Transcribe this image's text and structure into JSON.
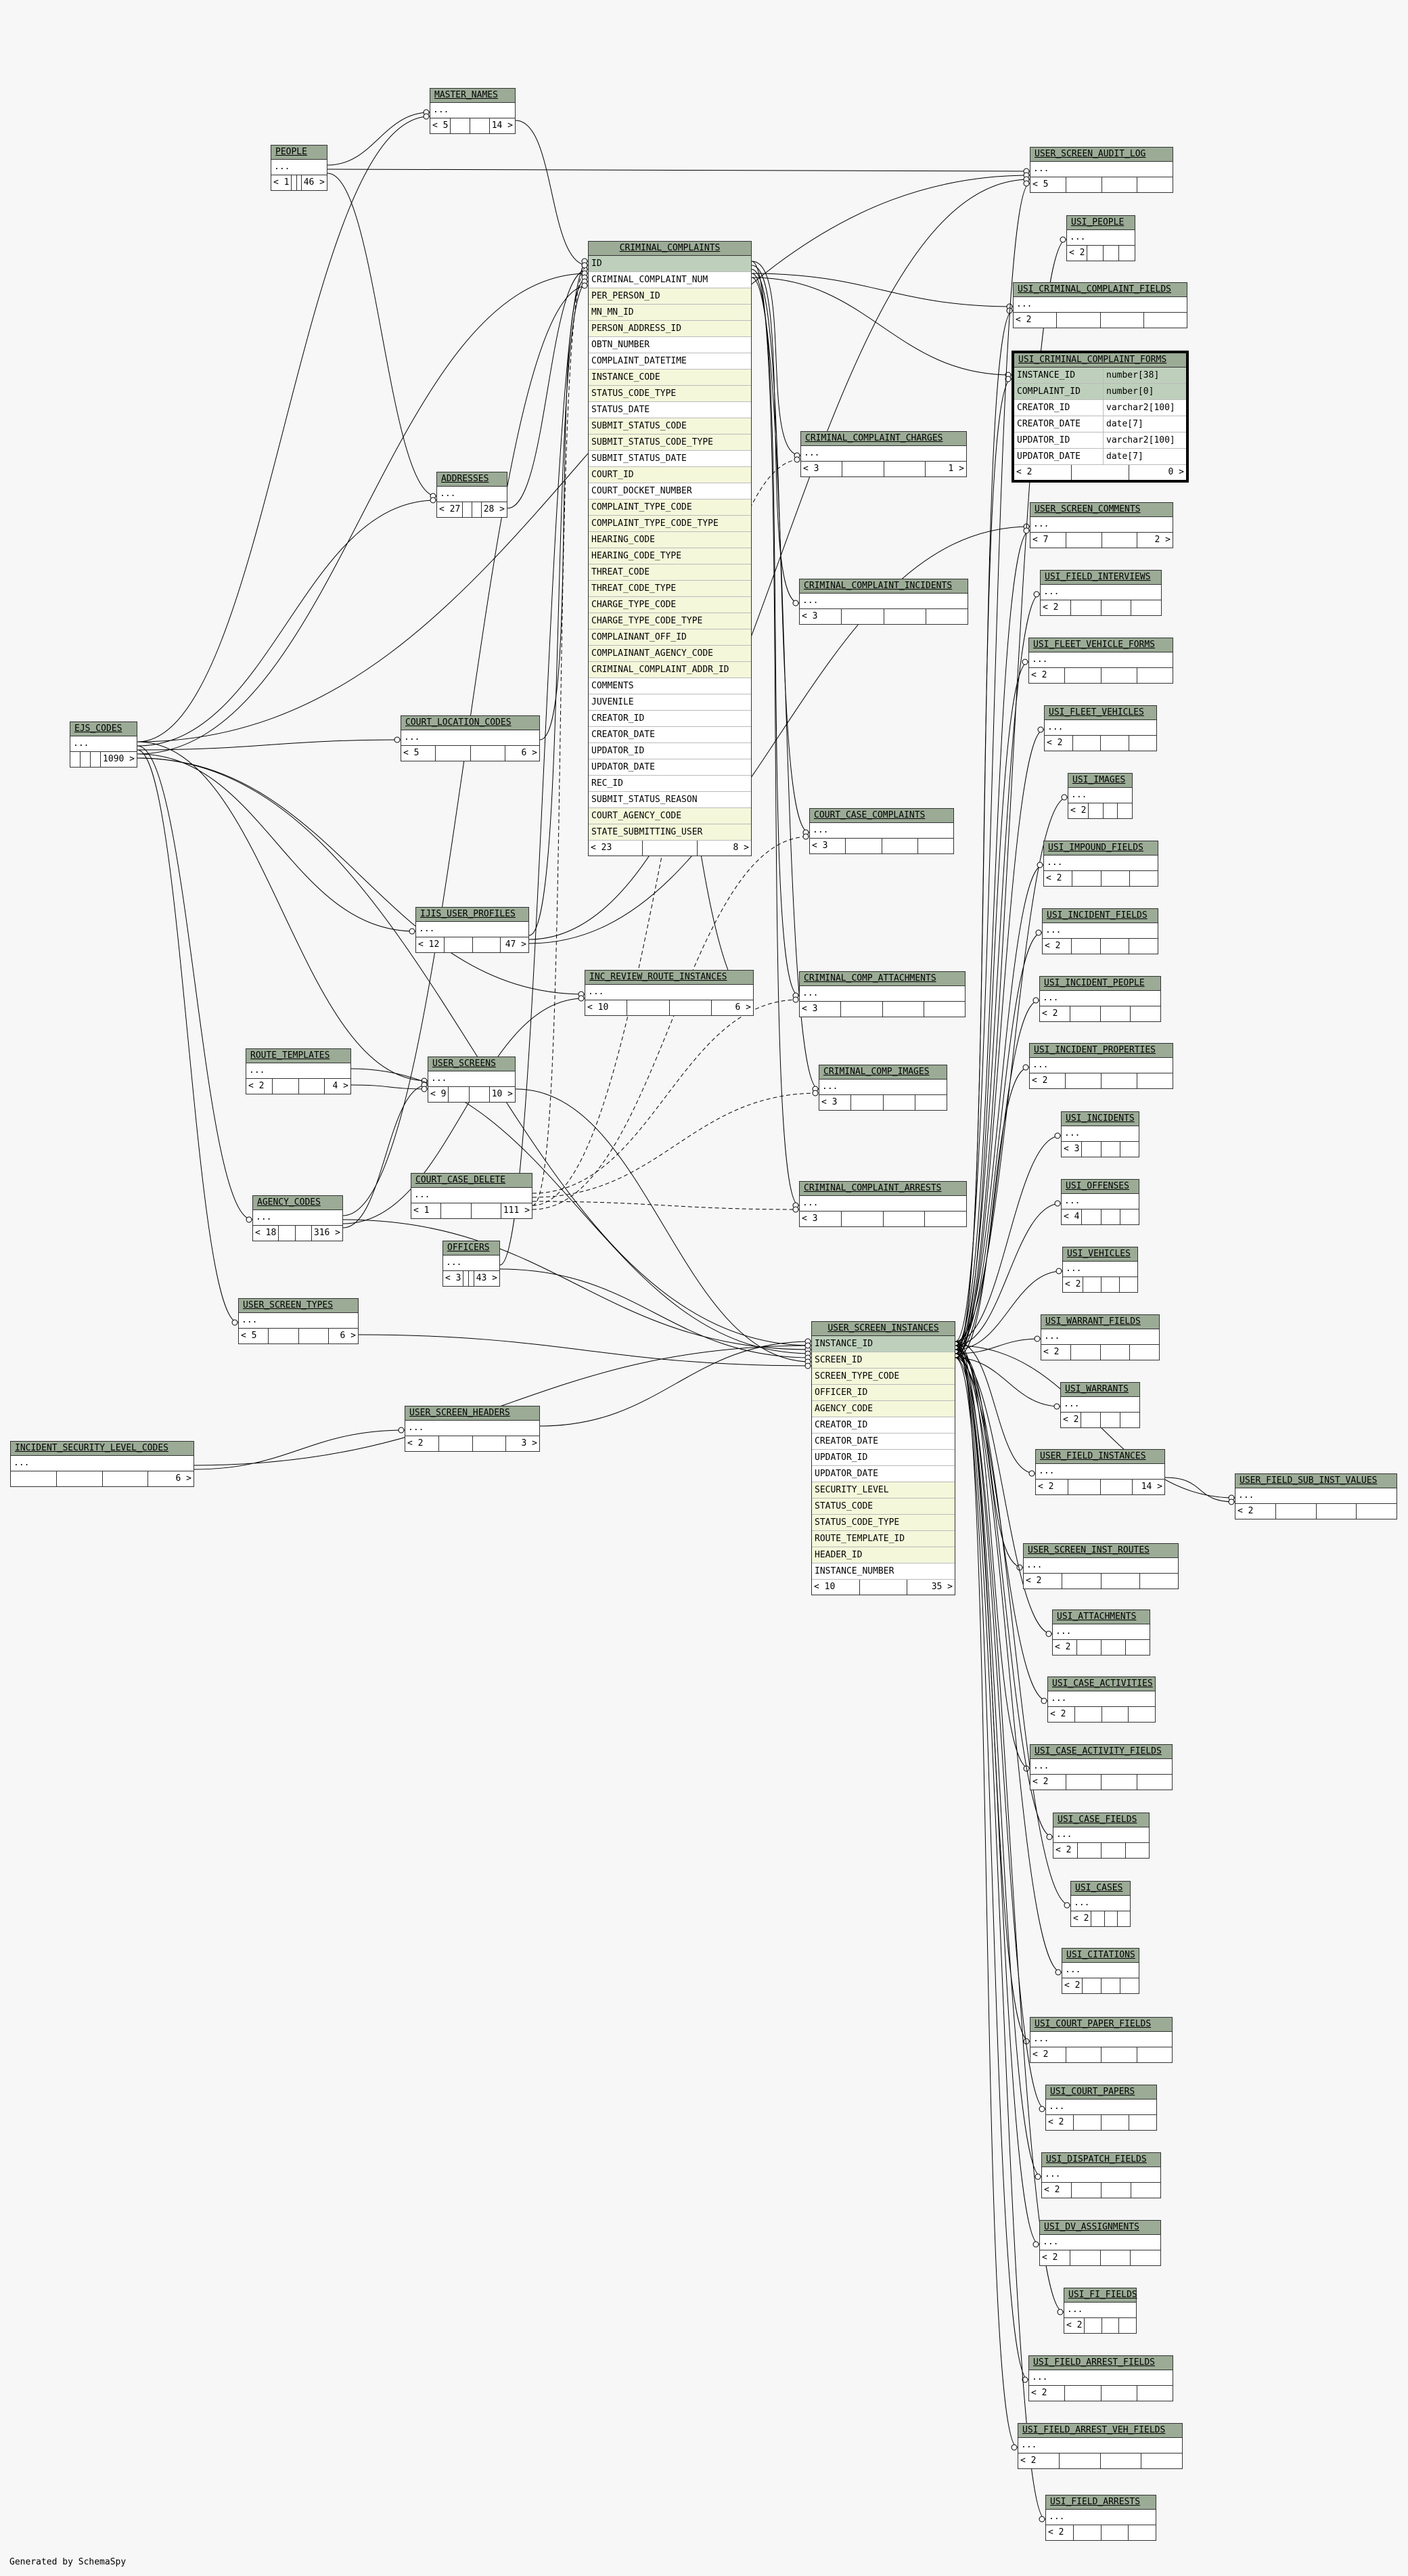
{
  "credit": "Generated by SchemaSpy",
  "compact": "...",
  "selected_table": {
    "name": "USI_CRIMINAL_COMPLAINT_FORMS",
    "columns": [
      {
        "name": "INSTANCE_ID",
        "type": "number[38]",
        "key": "pk"
      },
      {
        "name": "COMPLAINT_ID",
        "type": "number[0]",
        "key": "pk"
      },
      {
        "name": "CREATOR_ID",
        "type": "varchar2[100]",
        "key": ""
      },
      {
        "name": "CREATOR_DATE",
        "type": "date[7]",
        "key": ""
      },
      {
        "name": "UPDATOR_ID",
        "type": "varchar2[100]",
        "key": ""
      },
      {
        "name": "UPDATOR_DATE",
        "type": "date[7]",
        "key": ""
      }
    ],
    "parents": "< 2",
    "children": "0 >"
  },
  "criminal_complaints": {
    "name": "CRIMINAL_COMPLAINTS",
    "columns": [
      {
        "name": "ID",
        "key": "pk"
      },
      {
        "name": "CRIMINAL_COMPLAINT_NUM",
        "key": ""
      },
      {
        "name": "PER_PERSON_ID",
        "key": "fk"
      },
      {
        "name": "MN_MN_ID",
        "key": "fk"
      },
      {
        "name": "PERSON_ADDRESS_ID",
        "key": "fk"
      },
      {
        "name": "OBTN_NUMBER",
        "key": ""
      },
      {
        "name": "COMPLAINT_DATETIME",
        "key": ""
      },
      {
        "name": "INSTANCE_CODE",
        "key": "fk"
      },
      {
        "name": "STATUS_CODE_TYPE",
        "key": "fk"
      },
      {
        "name": "STATUS_DATE",
        "key": ""
      },
      {
        "name": "SUBMIT_STATUS_CODE",
        "key": "fk"
      },
      {
        "name": "SUBMIT_STATUS_CODE_TYPE",
        "key": "fk"
      },
      {
        "name": "SUBMIT_STATUS_DATE",
        "key": ""
      },
      {
        "name": "COURT_ID",
        "key": "fk"
      },
      {
        "name": "COURT_DOCKET_NUMBER",
        "key": ""
      },
      {
        "name": "COMPLAINT_TYPE_CODE",
        "key": "fk"
      },
      {
        "name": "COMPLAINT_TYPE_CODE_TYPE",
        "key": "fk"
      },
      {
        "name": "HEARING_CODE",
        "key": "fk"
      },
      {
        "name": "HEARING_CODE_TYPE",
        "key": "fk"
      },
      {
        "name": "THREAT_CODE",
        "key": "fk"
      },
      {
        "name": "THREAT_CODE_TYPE",
        "key": "fk"
      },
      {
        "name": "CHARGE_TYPE_CODE",
        "key": "fk"
      },
      {
        "name": "CHARGE_TYPE_CODE_TYPE",
        "key": "fk"
      },
      {
        "name": "COMPLAINANT_OFF_ID",
        "key": "fk"
      },
      {
        "name": "COMPLAINANT_AGENCY_CODE",
        "key": "fk"
      },
      {
        "name": "CRIMINAL_COMPLAINT_ADDR_ID",
        "key": "fk"
      },
      {
        "name": "COMMENTS",
        "key": ""
      },
      {
        "name": "JUVENILE",
        "key": ""
      },
      {
        "name": "CREATOR_ID",
        "key": ""
      },
      {
        "name": "CREATOR_DATE",
        "key": ""
      },
      {
        "name": "UPDATOR_ID",
        "key": ""
      },
      {
        "name": "UPDATOR_DATE",
        "key": ""
      },
      {
        "name": "REC_ID",
        "key": ""
      },
      {
        "name": "SUBMIT_STATUS_REASON",
        "key": ""
      },
      {
        "name": "COURT_AGENCY_CODE",
        "key": "fk"
      },
      {
        "name": "STATE_SUBMITTING_USER",
        "key": "fk"
      }
    ],
    "parents": "< 23",
    "children": "8 >"
  },
  "user_screen_instances": {
    "name": "USER_SCREEN_INSTANCES",
    "columns": [
      {
        "name": "INSTANCE_ID",
        "key": "pk"
      },
      {
        "name": "SCREEN_ID",
        "key": "fk"
      },
      {
        "name": "SCREEN_TYPE_CODE",
        "key": "fk"
      },
      {
        "name": "OFFICER_ID",
        "key": "fk"
      },
      {
        "name": "AGENCY_CODE",
        "key": "fk"
      },
      {
        "name": "CREATOR_ID",
        "key": ""
      },
      {
        "name": "CREATOR_DATE",
        "key": ""
      },
      {
        "name": "UPDATOR_ID",
        "key": ""
      },
      {
        "name": "UPDATOR_DATE",
        "key": ""
      },
      {
        "name": "SECURITY_LEVEL",
        "key": "fk"
      },
      {
        "name": "STATUS_CODE",
        "key": "fk"
      },
      {
        "name": "STATUS_CODE_TYPE",
        "key": "fk"
      },
      {
        "name": "ROUTE_TEMPLATE_ID",
        "key": "fk"
      },
      {
        "name": "HEADER_ID",
        "key": "fk"
      },
      {
        "name": "INSTANCE_NUMBER",
        "key": ""
      }
    ],
    "parents": "< 10",
    "children": "35 >"
  },
  "compact_tables": [
    {
      "id": "master_names",
      "name": "MASTER_NAMES",
      "parents": "< 5",
      "children": "14 >"
    },
    {
      "id": "people",
      "name": "PEOPLE",
      "parents": "< 1",
      "children": "46 >"
    },
    {
      "id": "user_screen_audit_log",
      "name": "USER_SCREEN_AUDIT_LOG",
      "parents": "< 5",
      "children": ""
    },
    {
      "id": "usi_people",
      "name": "USI_PEOPLE",
      "parents": "< 2",
      "children": ""
    },
    {
      "id": "usi_criminal_complaint_fields",
      "name": "USI_CRIMINAL_COMPLAINT_FIELDS",
      "parents": "< 2",
      "children": ""
    },
    {
      "id": "criminal_complaint_charges",
      "name": "CRIMINAL_COMPLAINT_CHARGES",
      "parents": "< 3",
      "children": "1 >"
    },
    {
      "id": "addresses",
      "name": "ADDRESSES",
      "parents": "< 27",
      "children": "28 >"
    },
    {
      "id": "user_screen_comments",
      "name": "USER_SCREEN_COMMENTS",
      "parents": "< 7",
      "children": "2 >"
    },
    {
      "id": "usi_field_interviews",
      "name": "USI_FIELD_INTERVIEWS",
      "parents": "< 2",
      "children": ""
    },
    {
      "id": "criminal_complaint_incidents",
      "name": "CRIMINAL_COMPLAINT_INCIDENTS",
      "parents": "< 3",
      "children": ""
    },
    {
      "id": "usi_fleet_vehicle_forms",
      "name": "USI_FLEET_VEHICLE_FORMS",
      "parents": "< 2",
      "children": ""
    },
    {
      "id": "usi_fleet_vehicles",
      "name": "USI_FLEET_VEHICLES",
      "parents": "< 2",
      "children": ""
    },
    {
      "id": "ejs_codes",
      "name": "EJS_CODES",
      "parents": "",
      "children": "1090 >"
    },
    {
      "id": "court_location_codes",
      "name": "COURT_LOCATION_CODES",
      "parents": "< 5",
      "children": "6 >"
    },
    {
      "id": "usi_images",
      "name": "USI_IMAGES",
      "parents": "< 2",
      "children": ""
    },
    {
      "id": "court_case_complaints",
      "name": "COURT_CASE_COMPLAINTS",
      "parents": "< 3",
      "children": ""
    },
    {
      "id": "usi_impound_fields",
      "name": "USI_IMPOUND_FIELDS",
      "parents": "< 2",
      "children": ""
    },
    {
      "id": "ijis_user_profiles",
      "name": "IJIS_USER_PROFILES",
      "parents": "< 12",
      "children": "47 >"
    },
    {
      "id": "usi_incident_fields",
      "name": "USI_INCIDENT_FIELDS",
      "parents": "< 2",
      "children": ""
    },
    {
      "id": "inc_review_route_instances",
      "name": "INC_REVIEW_ROUTE_INSTANCES",
      "parents": "< 10",
      "children": "6 >"
    },
    {
      "id": "criminal_comp_attachments",
      "name": "CRIMINAL_COMP_ATTACHMENTS",
      "parents": "< 3",
      "children": ""
    },
    {
      "id": "usi_incident_people",
      "name": "USI_INCIDENT_PEOPLE",
      "parents": "< 2",
      "children": ""
    },
    {
      "id": "route_templates",
      "name": "ROUTE_TEMPLATES",
      "parents": "< 2",
      "children": "4 >"
    },
    {
      "id": "user_screens",
      "name": "USER_SCREENS",
      "parents": "< 9",
      "children": "10 >"
    },
    {
      "id": "usi_incident_properties",
      "name": "USI_INCIDENT_PROPERTIES",
      "parents": "< 2",
      "children": ""
    },
    {
      "id": "criminal_comp_images",
      "name": "CRIMINAL_COMP_IMAGES",
      "parents": "< 3",
      "children": ""
    },
    {
      "id": "usi_incidents",
      "name": "USI_INCIDENTS",
      "parents": "< 3",
      "children": ""
    },
    {
      "id": "court_case_delete",
      "name": "COURT_CASE_DELETE",
      "parents": "< 1",
      "children": "111 >"
    },
    {
      "id": "agency_codes",
      "name": "AGENCY_CODES",
      "parents": "< 18",
      "children": "316 >"
    },
    {
      "id": "criminal_complaint_arrests",
      "name": "CRIMINAL_COMPLAINT_ARRESTS",
      "parents": "< 3",
      "children": ""
    },
    {
      "id": "usi_offenses",
      "name": "USI_OFFENSES",
      "parents": "< 4",
      "children": ""
    },
    {
      "id": "officers",
      "name": "OFFICERS",
      "parents": "< 3",
      "children": "43 >"
    },
    {
      "id": "usi_vehicles",
      "name": "USI_VEHICLES",
      "parents": "< 2",
      "children": ""
    },
    {
      "id": "user_screen_types",
      "name": "USER_SCREEN_TYPES",
      "parents": "< 5",
      "children": "6 >"
    },
    {
      "id": "usi_warrant_fields",
      "name": "USI_WARRANT_FIELDS",
      "parents": "< 2",
      "children": ""
    },
    {
      "id": "usi_warrants",
      "name": "USI_WARRANTS",
      "parents": "< 2",
      "children": ""
    },
    {
      "id": "user_screen_headers",
      "name": "USER_SCREEN_HEADERS",
      "parents": "< 2",
      "children": "3 >"
    },
    {
      "id": "incident_security_level_codes",
      "name": "INCIDENT_SECURITY_LEVEL_CODES",
      "parents": "",
      "children": "6 >"
    },
    {
      "id": "user_field_instances",
      "name": "USER_FIELD_INSTANCES",
      "parents": "< 2",
      "children": "14 >"
    },
    {
      "id": "user_field_sub_inst_values",
      "name": "USER_FIELD_SUB_INST_VALUES",
      "parents": "< 2",
      "children": ""
    },
    {
      "id": "user_screen_inst_routes",
      "name": "USER_SCREEN_INST_ROUTES",
      "parents": "< 2",
      "children": ""
    },
    {
      "id": "usi_attachments",
      "name": "USI_ATTACHMENTS",
      "parents": "< 2",
      "children": ""
    },
    {
      "id": "usi_case_activities",
      "name": "USI_CASE_ACTIVITIES",
      "parents": "< 2",
      "children": ""
    },
    {
      "id": "usi_case_activity_fields",
      "name": "USI_CASE_ACTIVITY_FIELDS",
      "parents": "< 2",
      "children": ""
    },
    {
      "id": "usi_case_fields",
      "name": "USI_CASE_FIELDS",
      "parents": "< 2",
      "children": ""
    },
    {
      "id": "usi_cases",
      "name": "USI_CASES",
      "parents": "< 2",
      "children": ""
    },
    {
      "id": "usi_citations",
      "name": "USI_CITATIONS",
      "parents": "< 2",
      "children": ""
    },
    {
      "id": "usi_court_paper_fields",
      "name": "USI_COURT_PAPER_FIELDS",
      "parents": "< 2",
      "children": ""
    },
    {
      "id": "usi_court_papers",
      "name": "USI_COURT_PAPERS",
      "parents": "< 2",
      "children": ""
    },
    {
      "id": "usi_dispatch_fields",
      "name": "USI_DISPATCH_FIELDS",
      "parents": "< 2",
      "children": ""
    },
    {
      "id": "usi_dv_assignments",
      "name": "USI_DV_ASSIGNMENTS",
      "parents": "< 2",
      "children": ""
    },
    {
      "id": "usi_fi_fields",
      "name": "USI_FI_FIELDS",
      "parents": "< 2",
      "children": ""
    },
    {
      "id": "usi_field_arrest_fields",
      "name": "USI_FIELD_ARREST_FIELDS",
      "parents": "< 2",
      "children": ""
    },
    {
      "id": "usi_field_arrest_veh_fields",
      "name": "USI_FIELD_ARREST_VEH_FIELDS",
      "parents": "< 2",
      "children": ""
    },
    {
      "id": "usi_field_arrests",
      "name": "USI_FIELD_ARRESTS",
      "parents": "< 2",
      "children": ""
    }
  ],
  "relationships": [
    {
      "from": "people",
      "to": "master_names"
    },
    {
      "from": "people",
      "to": "user_screen_audit_log"
    },
    {
      "from": "people",
      "to": "addresses"
    },
    {
      "from": "master_names",
      "to": "criminal_complaints"
    },
    {
      "from": "addresses",
      "to": "criminal_complaints"
    },
    {
      "from": "ejs_codes",
      "to": "master_names"
    },
    {
      "from": "ejs_codes",
      "to": "addresses"
    },
    {
      "from": "ejs_codes",
      "to": "court_location_codes"
    },
    {
      "from": "ejs_codes",
      "to": "ijis_user_profiles"
    },
    {
      "from": "ejs_codes",
      "to": "inc_review_route_instances"
    },
    {
      "from": "ejs_codes",
      "to": "user_screens"
    },
    {
      "from": "ejs_codes",
      "to": "agency_codes"
    },
    {
      "from": "ejs_codes",
      "to": "user_screen_types"
    },
    {
      "from": "ejs_codes",
      "to": "criminal_complaints"
    },
    {
      "from": "ejs_codes",
      "to": "user_screen_instances"
    },
    {
      "from": "ejs_codes",
      "to": "user_screen_audit_log"
    },
    {
      "from": "court_location_codes",
      "to": "criminal_complaints"
    },
    {
      "from": "ijis_user_profiles",
      "to": "criminal_complaints"
    },
    {
      "from": "ijis_user_profiles",
      "to": "user_screen_audit_log"
    },
    {
      "from": "ijis_user_profiles",
      "to": "user_screen_comments"
    },
    {
      "from": "agency_codes",
      "to": "criminal_complaints"
    },
    {
      "from": "agency_codes",
      "to": "user_screen_instances"
    },
    {
      "from": "agency_codes",
      "to": "inc_review_route_instances"
    },
    {
      "from": "agency_codes",
      "to": "user_screens"
    },
    {
      "from": "route_templates",
      "to": "user_screens"
    },
    {
      "from": "route_templates",
      "to": "user_screen_instances"
    },
    {
      "from": "officers",
      "to": "criminal_complaints"
    },
    {
      "from": "officers",
      "to": "user_screen_instances"
    },
    {
      "from": "user_screens",
      "to": "user_screen_instances"
    },
    {
      "from": "user_screen_types",
      "to": "user_screen_instances"
    },
    {
      "from": "user_screen_headers",
      "to": "user_screen_instances"
    },
    {
      "from": "incident_security_level_codes",
      "to": "user_screen_instances"
    },
    {
      "from": "incident_security_level_codes",
      "to": "user_screen_headers"
    },
    {
      "from": "criminal_complaints",
      "to": "usi_criminal_complaint_fields"
    },
    {
      "from": "criminal_complaints",
      "to": "selected"
    },
    {
      "from": "criminal_complaints",
      "to": "criminal_complaint_charges"
    },
    {
      "from": "criminal_complaints",
      "to": "criminal_complaint_incidents"
    },
    {
      "from": "criminal_complaints",
      "to": "court_case_complaints"
    },
    {
      "from": "criminal_complaints",
      "to": "criminal_comp_attachments"
    },
    {
      "from": "criminal_complaints",
      "to": "criminal_comp_images"
    },
    {
      "from": "criminal_complaints",
      "to": "criminal_complaint_arrests"
    },
    {
      "from": "criminal_complaints",
      "to": "inc_review_route_instances"
    },
    {
      "from": "user_screen_instances",
      "to": "selected"
    },
    {
      "from": "user_screen_instances",
      "to": "usi_criminal_complaint_fields"
    },
    {
      "from": "user_screen_instances",
      "to": "usi_people"
    },
    {
      "from": "user_screen_instances",
      "to": "user_screen_audit_log"
    },
    {
      "from": "user_screen_instances",
      "to": "user_screen_comments"
    },
    {
      "from": "user_screen_instances",
      "to": "usi_field_interviews"
    },
    {
      "from": "user_screen_instances",
      "to": "usi_fleet_vehicle_forms"
    },
    {
      "from": "user_screen_instances",
      "to": "usi_fleet_vehicles"
    },
    {
      "from": "user_screen_instances",
      "to": "usi_images"
    },
    {
      "from": "user_screen_instances",
      "to": "usi_impound_fields"
    },
    {
      "from": "user_screen_instances",
      "to": "usi_incident_fields"
    },
    {
      "from": "user_screen_instances",
      "to": "usi_incident_people"
    },
    {
      "from": "user_screen_instances",
      "to": "usi_incident_properties"
    },
    {
      "from": "user_screen_instances",
      "to": "usi_incidents"
    },
    {
      "from": "user_screen_instances",
      "to": "usi_offenses"
    },
    {
      "from": "user_screen_instances",
      "to": "usi_vehicles"
    },
    {
      "from": "user_screen_instances",
      "to": "usi_warrant_fields"
    },
    {
      "from": "user_screen_instances",
      "to": "usi_warrants"
    },
    {
      "from": "user_screen_instances",
      "to": "user_field_instances"
    },
    {
      "from": "user_screen_instances",
      "to": "user_field_sub_inst_values"
    },
    {
      "from": "user_screen_instances",
      "to": "user_screen_inst_routes"
    },
    {
      "from": "user_screen_instances",
      "to": "usi_attachments"
    },
    {
      "from": "user_screen_instances",
      "to": "usi_case_activities"
    },
    {
      "from": "user_screen_instances",
      "to": "usi_case_activity_fields"
    },
    {
      "from": "user_screen_instances",
      "to": "usi_case_fields"
    },
    {
      "from": "user_screen_instances",
      "to": "usi_cases"
    },
    {
      "from": "user_screen_instances",
      "to": "usi_citations"
    },
    {
      "from": "user_screen_instances",
      "to": "usi_court_paper_fields"
    },
    {
      "from": "user_screen_instances",
      "to": "usi_court_papers"
    },
    {
      "from": "user_screen_instances",
      "to": "usi_dispatch_fields"
    },
    {
      "from": "user_screen_instances",
      "to": "usi_dv_assignments"
    },
    {
      "from": "user_screen_instances",
      "to": "usi_fi_fields"
    },
    {
      "from": "user_screen_instances",
      "to": "usi_field_arrest_fields"
    },
    {
      "from": "user_screen_instances",
      "to": "usi_field_arrest_veh_fields"
    },
    {
      "from": "user_screen_instances",
      "to": "usi_field_arrests"
    },
    {
      "from": "user_field_instances",
      "to": "user_field_sub_inst_values"
    },
    {
      "from": "court_case_delete",
      "to": "criminal_complaints",
      "style": "dashed"
    },
    {
      "from": "court_case_delete",
      "to": "court_case_complaints",
      "style": "dashed"
    },
    {
      "from": "court_case_delete",
      "to": "criminal_comp_attachments",
      "style": "dashed"
    },
    {
      "from": "court_case_delete",
      "to": "criminal_comp_images",
      "style": "dashed"
    },
    {
      "from": "court_case_delete",
      "to": "criminal_complaint_arrests",
      "style": "dashed"
    },
    {
      "from": "court_case_delete",
      "to": "criminal_complaint_charges",
      "style": "dashed"
    }
  ]
}
